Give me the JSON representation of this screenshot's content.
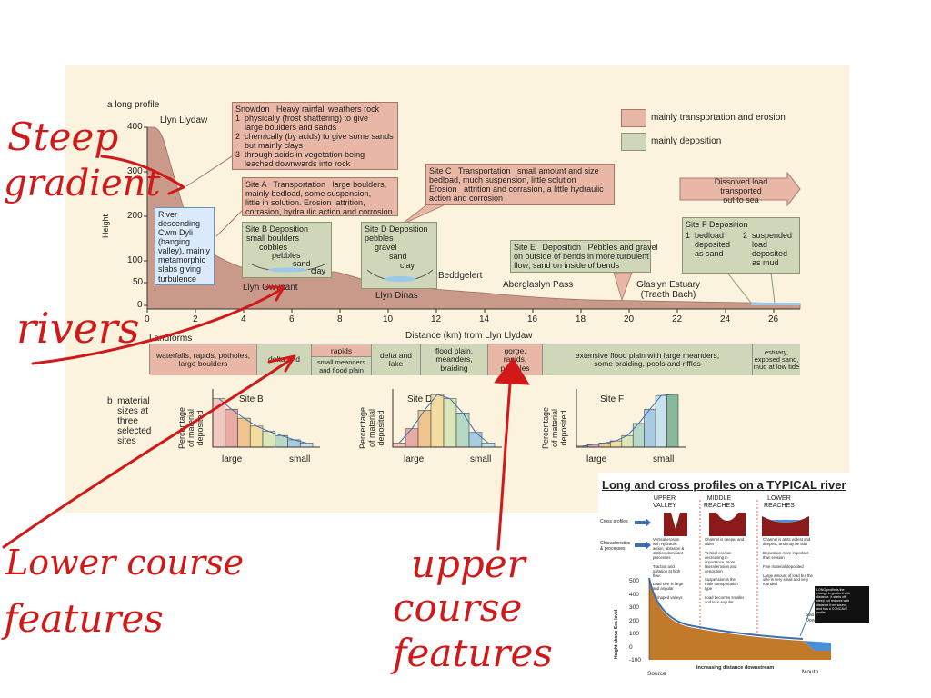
{
  "figure": {
    "section_a": "a  long profile",
    "height_axis": "Height",
    "distance_axis": "Distance (km) from Llyn Llydaw",
    "y_ticks": [
      "400",
      "300",
      "200",
      "100",
      "50",
      "0"
    ],
    "x_ticks": [
      "0",
      "2",
      "4",
      "6",
      "8",
      "10",
      "12",
      "14",
      "16",
      "18",
      "20",
      "22",
      "24",
      "26"
    ],
    "places": {
      "llyn_llydaw": "Llyn Llydaw",
      "llyn_gwynant": "Llyn Gwynant",
      "llyn_dinas": "Llyn Dinas",
      "beddgelert": "Beddgelert",
      "aberglaslyn": "Aberglaslyn Pass",
      "estuary": "Glaslyn Estuary\n(Traeth Bach)"
    },
    "legend": {
      "pink": "mainly transportation and erosion",
      "green": "mainly deposition"
    },
    "dissolved": "Dissolved load\ntransported\nout to sea",
    "snowdon": "Snowdon   Heavy rainfall weathers rock\n1  physically (frost shattering) to give\n    large boulders and sands\n2  chemically (by acids) to give some sands\n    but mainly clays\n3  through acids in vegetation being\n    leached downwards into rock",
    "site_a": "Site A   Transportation   large boulders,\nmainly bedload, some suspension,\nlittle in solution. Erosion  attrition,\ncorrasion, hydraulic action and corrosion",
    "site_b": "Site B   Deposition",
    "site_b_items": [
      "small boulders",
      "cobbles",
      "pebbles",
      "sand",
      "clay"
    ],
    "site_c": "Site C   Transportation   small amount and size\nbedload, much suspension, little solution\nErosion   attrition and corrasion, a little hydraulic\naction and corrosion",
    "site_d": "Site D   Deposition",
    "site_d_items": [
      "pebbles",
      "gravel",
      "sand",
      "clay"
    ],
    "site_e": "Site E   Deposition   Pebbles and gravel\non outside of bends in more turbulent\nflow; sand on inside of bends",
    "site_f": "Site F   Deposition",
    "site_f_1": "1  bedload\n    deposited\n    as sand",
    "site_f_2": "2  suspended\n    load\n    deposited\n    as mud",
    "river_box": "River\ndescending\nCwm Dyli\n(hanging\nvalley), mainly\nmetamorphic\nslabs giving\nturbulence",
    "landforms": "Landforms",
    "landform_cells": [
      "waterfalls, rapids, potholes,\nlarge boulders",
      "delta and",
      "rapids",
      "small meanders\nand flood plain",
      "delta and\nlake",
      "flood plain,\nmeanders,\nbraiding",
      "gorge,\nrapids,\npotholes",
      "extensive flood plain with large meanders,\nsome braiding, pools and riffles",
      "estuary,\nexposed sand,\nmud at low tide"
    ],
    "section_b": "b  material\n    sizes at\n    three\n    selected\n    sites",
    "hist_ylabel": "Percentage\nof material\ndeposited",
    "hist_large": "large",
    "hist_small": "small",
    "hist_b_title": "Site B",
    "hist_d_title": "Site D",
    "hist_f_title": "Site F",
    "hist_b": [
      0.92,
      0.72,
      0.55,
      0.4,
      0.3,
      0.22,
      0.14,
      0.08
    ],
    "hist_d": [
      0.08,
      0.35,
      0.7,
      1.0,
      0.92,
      0.65,
      0.28,
      0.08
    ],
    "hist_f": [
      0.02,
      0.05,
      0.08,
      0.12,
      0.22,
      0.45,
      0.72,
      0.98,
      1.0
    ]
  },
  "inset": {
    "title": "Long and cross profiles on a TYPICAL river",
    "upper": "UPPER\nVALLEY",
    "middle": "MIDDLE\nREACHES",
    "lower": "LOWER\nREACHES",
    "row1": "Cross profiles",
    "row2": "Characteristics\n& processes",
    "upper_text": "Vertical erosion\nwith Hydraulic\naction, abrasion &\nattrition dominant\nprocesses\n\nTraction and\nsaltation at high\nflow\n\nLoad size is large\nand angular\n\nV shaped valleys",
    "middle_text": "Channel is deeper and\nwider\n\nVertical erosion\ndecreasing in\nimportance, more\nlateral erosion and\ndeposition\n\nSuspension is the\nmain transportation\ntype\n\nLoad becomes smaller\nand less angular",
    "lower_text": "Channel is at its widest and\ndeepest, and may be tidal\n\nDeposition more important\nthan erosion\n\nFine material deposited\n\nLarge amount of load but the\nsize is very small and very\nrounded",
    "callout": "LONG profile is the\nchange in gradient with\ndistance. It starts off\nsteep but reduces with\ndistance from source,\nand has a CONCAVE\nprofile",
    "y_label": "Height above Sea level",
    "y_ticks": [
      "500",
      "400",
      "300",
      "200",
      "100",
      "0",
      "-100"
    ],
    "x_label": "Increasing distance downstream",
    "source": "Source",
    "mouth": "Mouth",
    "sea": "Sea or\nOcean"
  },
  "annotations": {
    "steep": "Steep",
    "gradient": "gradient",
    "rivers": "rivers",
    "lower_course": "Lower course",
    "lower_features": "features",
    "upper1": "upper",
    "upper2": "course",
    "upper3": "features"
  },
  "colors": {
    "background": "#fbf3dd",
    "profile": "#c9998a",
    "pink_box": "#e8b7a5",
    "green_box": "#cfd7b8",
    "water": "#9cc8ea",
    "ink": "#d11919"
  }
}
